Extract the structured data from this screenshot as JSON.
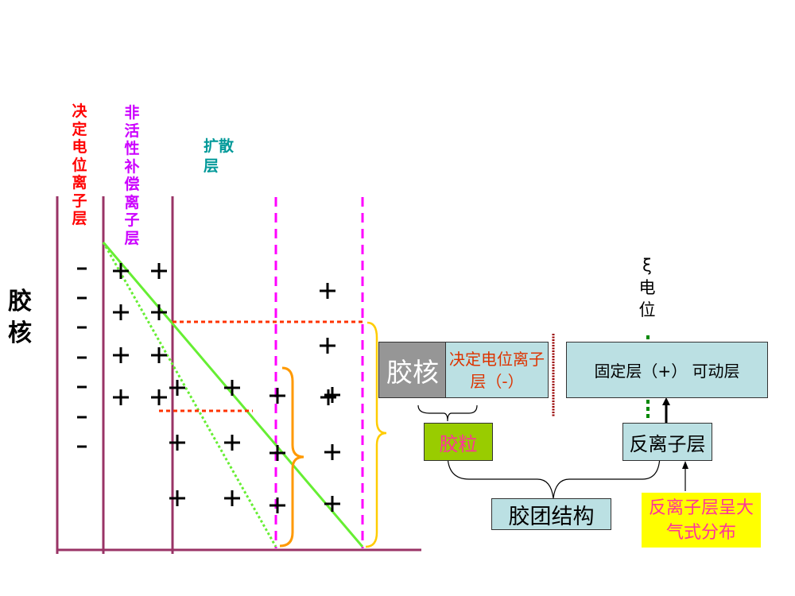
{
  "left_diagram": {
    "core_label": "胶核",
    "potential_layer_label": "决定电位离子层",
    "compensating_layer_label": "非活性补偿离子层",
    "diffuse_layer_label": "扩散层",
    "minus_sign": "-",
    "plus_sign": "+"
  },
  "right_diagram": {
    "core_box": "胶核",
    "potential_box": "决定电位离子层（-）",
    "fixed_mobile_box": "固定层（+） 可动层",
    "zeta_label": "ξ电位",
    "particle_box": "胶粒",
    "counter_ion_box": "反离子层",
    "micelle_box": "胶团结构",
    "note_box": "反离子层呈大气式分布"
  },
  "colors": {
    "axis": "#993366",
    "magenta": "#ff00ff",
    "green": "#66ee33",
    "orange_red": "#ff3300",
    "orange": "#ff9900",
    "yellow_brace": "#ffcc00",
    "light_blue": "#bbe0e3",
    "gray": "#969696",
    "particle_green": "#99cc00",
    "note_yellow": "#ffff00"
  }
}
